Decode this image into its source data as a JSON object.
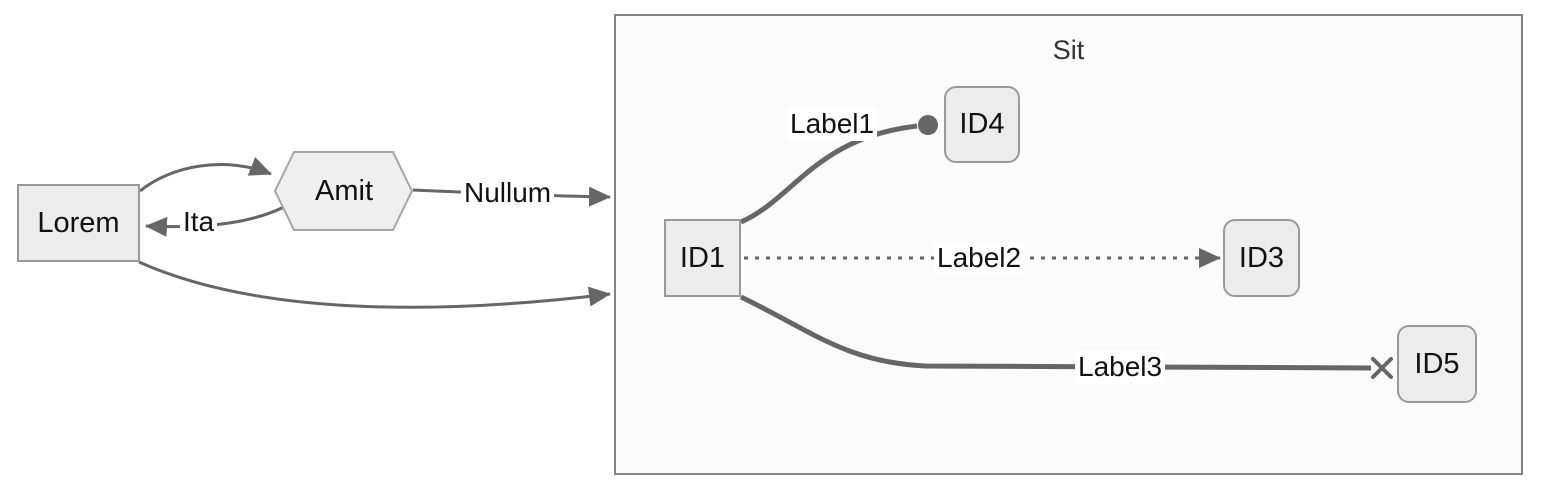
{
  "diagram": {
    "cluster": {
      "title": "Sit"
    },
    "nodes": {
      "lorem": {
        "label": "Lorem",
        "shape": "rect"
      },
      "amit": {
        "label": "Amit",
        "shape": "hexagon"
      },
      "id1": {
        "label": "ID1",
        "shape": "rect"
      },
      "id4": {
        "label": "ID4",
        "shape": "rounded-rect"
      },
      "id3": {
        "label": "ID3",
        "shape": "rounded-rect"
      },
      "id5": {
        "label": "ID5",
        "shape": "rounded-rect"
      }
    },
    "edges": [
      {
        "from": "Lorem",
        "to": "Amit",
        "label": "",
        "line": "solid",
        "end": "arrow"
      },
      {
        "from": "Amit",
        "to": "Lorem",
        "label": "Ita",
        "line": "solid",
        "end": "arrow"
      },
      {
        "from": "Amit",
        "to": "Sit",
        "label": "Nullum",
        "line": "solid",
        "end": "arrow"
      },
      {
        "from": "Lorem",
        "to": "Sit",
        "label": "",
        "line": "solid",
        "end": "arrow"
      },
      {
        "from": "ID1",
        "to": "ID4",
        "label": "Label1",
        "line": "thick",
        "end": "circle"
      },
      {
        "from": "ID1",
        "to": "ID3",
        "label": "Label2",
        "line": "dotted",
        "end": "arrow"
      },
      {
        "from": "ID1",
        "to": "ID5",
        "label": "Label3",
        "line": "thick",
        "end": "cross"
      }
    ],
    "colors": {
      "edge": "#666666",
      "node_fill": "#ececec",
      "node_border": "#999999",
      "cluster_fill": "#fbfbfb",
      "cluster_border": "#828282",
      "title_text": "#333333",
      "label_text": "#111111"
    }
  }
}
